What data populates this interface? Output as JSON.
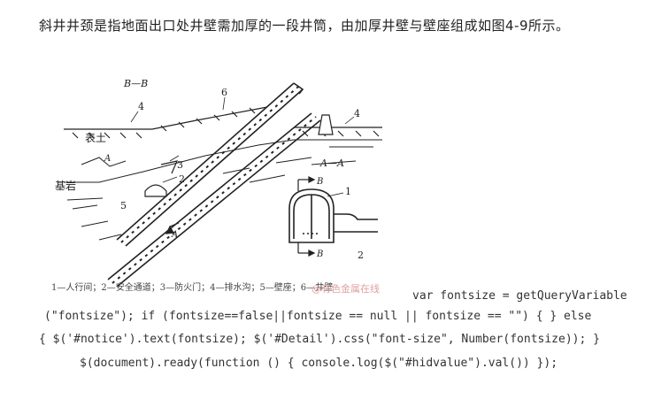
{
  "intro_text": "斜井井颈是指地面出口处井壁需加厚的一段井筒，由加厚井壁与壁座组成如图4-9所示。",
  "figure": {
    "section_bb": "B—B",
    "section_aa": "A—A",
    "label_topsoil": "表土",
    "label_bedrock": "基岩",
    "num_1": "1",
    "num_2": "2",
    "num_3": "3",
    "num_4": "4",
    "num_5": "5",
    "num_6": "6",
    "arrow_a": "A",
    "arrow_b": "B"
  },
  "caption": "1—人行间；2—安全通道；3—防火门；4—排水沟；5—壁座；6—井壁",
  "watermark": "@有色金属在线",
  "code_lines": [
    "var fontsize = getQueryVariable",
    "(\"fontsize\"); if (fontsize==false||fontsize == null || fontsize == \"\") { } else",
    "{ $('#notice').text(fontsize); $('#Detail').css(\"font-size\", Number(fontsize)); }",
    "$(document).ready(function () { console.log($(\"#hidvalue\").val()) });"
  ]
}
